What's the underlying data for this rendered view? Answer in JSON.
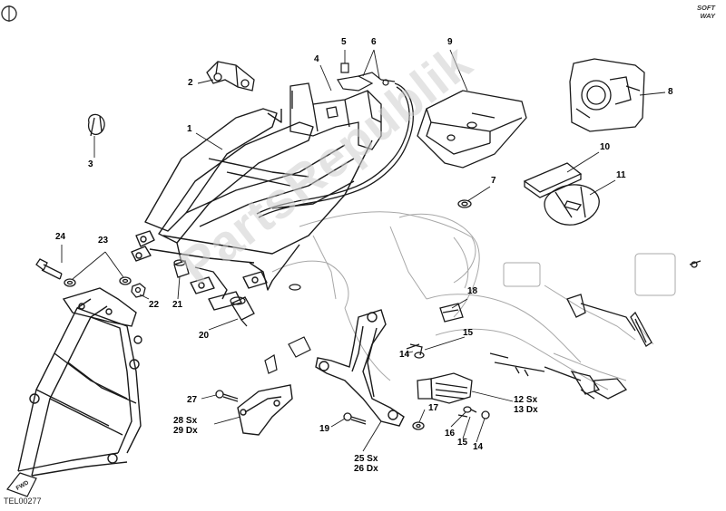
{
  "diagram": {
    "code": "TEL00277",
    "brand_line1": "SOFT",
    "brand_line2": "WAY",
    "fwd_label": "FWD",
    "watermark": "PartsRepublik",
    "callouts": {
      "c1": "1",
      "c2": "2",
      "c3": "3",
      "c4": "4",
      "c5": "5",
      "c6": "6",
      "c7": "7",
      "c8": "8",
      "c9": "9",
      "c10": "10",
      "c11": "11",
      "c12_13": "12 Sx\n13 Dx",
      "c14a": "14",
      "c14b": "14",
      "c15a": "15",
      "c15b": "15",
      "c16": "16",
      "c17": "17",
      "c18": "18",
      "c19": "19",
      "c20": "20",
      "c21": "21",
      "c22": "22",
      "c23": "23",
      "c24": "24",
      "c25_26": "25 Sx\n26 Dx",
      "c27": "27",
      "c28_29": "28 Sx\n29 Dx"
    }
  },
  "colors": {
    "line": "#1a1a1a",
    "ghost": "#9a9a9a",
    "text": "#000000"
  }
}
